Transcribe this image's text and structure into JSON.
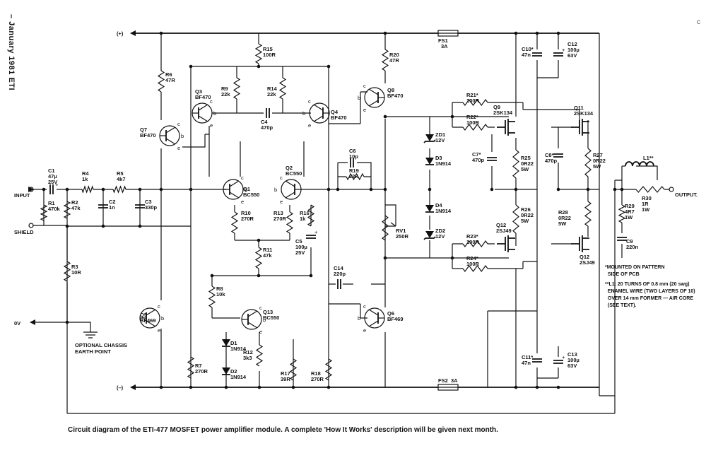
{
  "page": {
    "sidebar_text": "– January 1981 ETI",
    "caption": "Circuit diagram of the ETI-477 MOSFET power amplifier module. A complete 'How It Works' description will be given next month.",
    "corner_mark": "c"
  },
  "rails": {
    "positive": "(+)",
    "negative": "(–)",
    "zero_volt": "0V"
  },
  "terminals": {
    "input": "INPUT",
    "shield": "SHIELD",
    "output": "OUTPUT.",
    "chassis_earth": "OPTIONAL CHASSIS",
    "chassis_earth_2": "EARTH POINT"
  },
  "fuses": [
    {
      "ref": "FS1",
      "value": "3A"
    },
    {
      "ref": "FS2",
      "value": "3A"
    }
  ],
  "resistors": [
    {
      "ref": "R1",
      "value": "470k"
    },
    {
      "ref": "R2",
      "value": "47k"
    },
    {
      "ref": "R3",
      "value": "10R"
    },
    {
      "ref": "R4",
      "value": "1k"
    },
    {
      "ref": "R5",
      "value": "4k7"
    },
    {
      "ref": "R6",
      "value": "47R"
    },
    {
      "ref": "R7",
      "value": "270R"
    },
    {
      "ref": "R8",
      "value": "10k"
    },
    {
      "ref": "R9",
      "value": "22k"
    },
    {
      "ref": "R10",
      "value": "270R"
    },
    {
      "ref": "R11",
      "value": "47k"
    },
    {
      "ref": "R12",
      "value": "3k3"
    },
    {
      "ref": "R13",
      "value": "270R"
    },
    {
      "ref": "R14",
      "value": "22k"
    },
    {
      "ref": "R15",
      "value": "100R"
    },
    {
      "ref": "R16",
      "value": "1k"
    },
    {
      "ref": "R17",
      "value": "39R"
    },
    {
      "ref": "R18",
      "value": "270R"
    },
    {
      "ref": "R19",
      "value": "22k"
    },
    {
      "ref": "R20",
      "value": "47R"
    },
    {
      "ref": "R21*",
      "value": "100R"
    },
    {
      "ref": "R22*",
      "value": "100R"
    },
    {
      "ref": "R23*",
      "value": "100R"
    },
    {
      "ref": "R24*",
      "value": "100R"
    },
    {
      "ref": "R25",
      "value": "0R22",
      "rating": "5W"
    },
    {
      "ref": "R26",
      "value": "0R22",
      "rating": "5W"
    },
    {
      "ref": "R27",
      "value": "0R22",
      "rating": "5W"
    },
    {
      "ref": "R28",
      "value": "0R22",
      "rating": "5W"
    },
    {
      "ref": "R29",
      "value": "4R7",
      "rating": "1W"
    },
    {
      "ref": "R30",
      "value": "1R",
      "rating": "1W"
    },
    {
      "ref": "RV1",
      "value": "250R"
    }
  ],
  "capacitors": [
    {
      "ref": "C1",
      "value": "47µ",
      "rating": "25V"
    },
    {
      "ref": "C2",
      "value": "1n"
    },
    {
      "ref": "C3",
      "value": "330p"
    },
    {
      "ref": "C4",
      "value": "470p"
    },
    {
      "ref": "C5",
      "value": "100µ",
      "rating": "25V"
    },
    {
      "ref": "C6",
      "value": "10p"
    },
    {
      "ref": "C7*",
      "value": "470p"
    },
    {
      "ref": "C8*",
      "value": "470p"
    },
    {
      "ref": "C9",
      "value": "220n"
    },
    {
      "ref": "C10*",
      "value": "47n"
    },
    {
      "ref": "C11*",
      "value": "47n"
    },
    {
      "ref": "C12",
      "value": "100µ",
      "rating": "63V"
    },
    {
      "ref": "C13",
      "value": "100µ",
      "rating": "63V"
    },
    {
      "ref": "C14",
      "value": "220p"
    }
  ],
  "transistors": [
    {
      "ref": "Q1",
      "type": "BC550"
    },
    {
      "ref": "Q2",
      "type": "BC550"
    },
    {
      "ref": "Q3",
      "type": "BF470"
    },
    {
      "ref": "Q4",
      "type": "BF470"
    },
    {
      "ref": "Q5",
      "type": "BF469"
    },
    {
      "ref": "Q6",
      "type": "BF469"
    },
    {
      "ref": "Q7",
      "type": "BF470"
    },
    {
      "ref": "Q8",
      "type": "BF470"
    },
    {
      "ref": "Q9",
      "type": "2SK134"
    },
    {
      "ref": "Q11",
      "type": "2SK134"
    },
    {
      "ref": "Q12",
      "type": "2SJ49"
    },
    {
      "ref": "Q12",
      "type": "2SJ49"
    },
    {
      "ref": "Q13",
      "type": "BC550"
    }
  ],
  "diodes": [
    {
      "ref": "D1",
      "type": "1N914"
    },
    {
      "ref": "D2",
      "type": "1N914"
    },
    {
      "ref": "D3",
      "type": "1N914"
    },
    {
      "ref": "D4",
      "type": "1N914"
    },
    {
      "ref": "ZD1",
      "type": "12V"
    },
    {
      "ref": "ZD2",
      "type": "12V"
    }
  ],
  "inductor": {
    "ref": "L1**"
  },
  "notes": [
    "*MOUNTED ON PATTERN\n  SIDE OF PCB",
    "**L1: 20 TURNS OF 0.8 mm (20 swg)\n  ENAMEL WIRE (TWO LAYERS OF 10)\n  OVER 14 mm FORMER — AIR CORE\n  (SEE TEXT)."
  ],
  "pin_letters": {
    "b": "b",
    "c": "c",
    "e": "e"
  }
}
